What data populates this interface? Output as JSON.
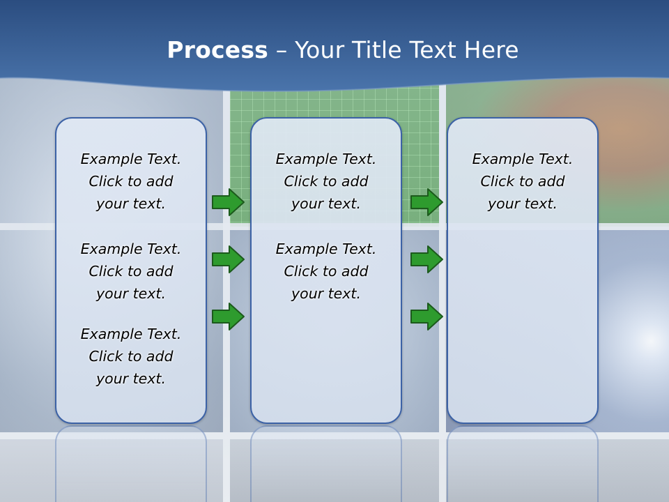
{
  "slide": {
    "title_strong": "Process",
    "title_rest": " – Your Title Text Here",
    "colors": {
      "banner_top": "#2b4d80",
      "banner_bottom": "#4a74ab",
      "box_border": "#3c62a6",
      "arrow_fill": "#2e9b2e",
      "arrow_stroke": "#1c5a1c"
    }
  },
  "columns": [
    {
      "items": [
        {
          "line1": "Example Text.",
          "line2": "Click  to add",
          "line3": "your text."
        },
        {
          "line1": "Example Text.",
          "line2": "Click  to add",
          "line3": "your text."
        },
        {
          "line1": "Example Text.",
          "line2": "Click  to add",
          "line3": "your text."
        }
      ]
    },
    {
      "items": [
        {
          "line1": "Example Text.",
          "line2": "Click  to add",
          "line3": "your text."
        },
        {
          "line1": "Example Text.",
          "line2": "Click  to add",
          "line3": "your text."
        }
      ]
    },
    {
      "items": [
        {
          "line1": "Example Text.",
          "line2": "Click  to add",
          "line3": "your text."
        }
      ]
    }
  ],
  "arrows": [
    {
      "icon": "right-arrow-icon"
    },
    {
      "icon": "right-arrow-icon"
    },
    {
      "icon": "right-arrow-icon"
    },
    {
      "icon": "right-arrow-icon"
    },
    {
      "icon": "right-arrow-icon"
    },
    {
      "icon": "right-arrow-icon"
    }
  ]
}
